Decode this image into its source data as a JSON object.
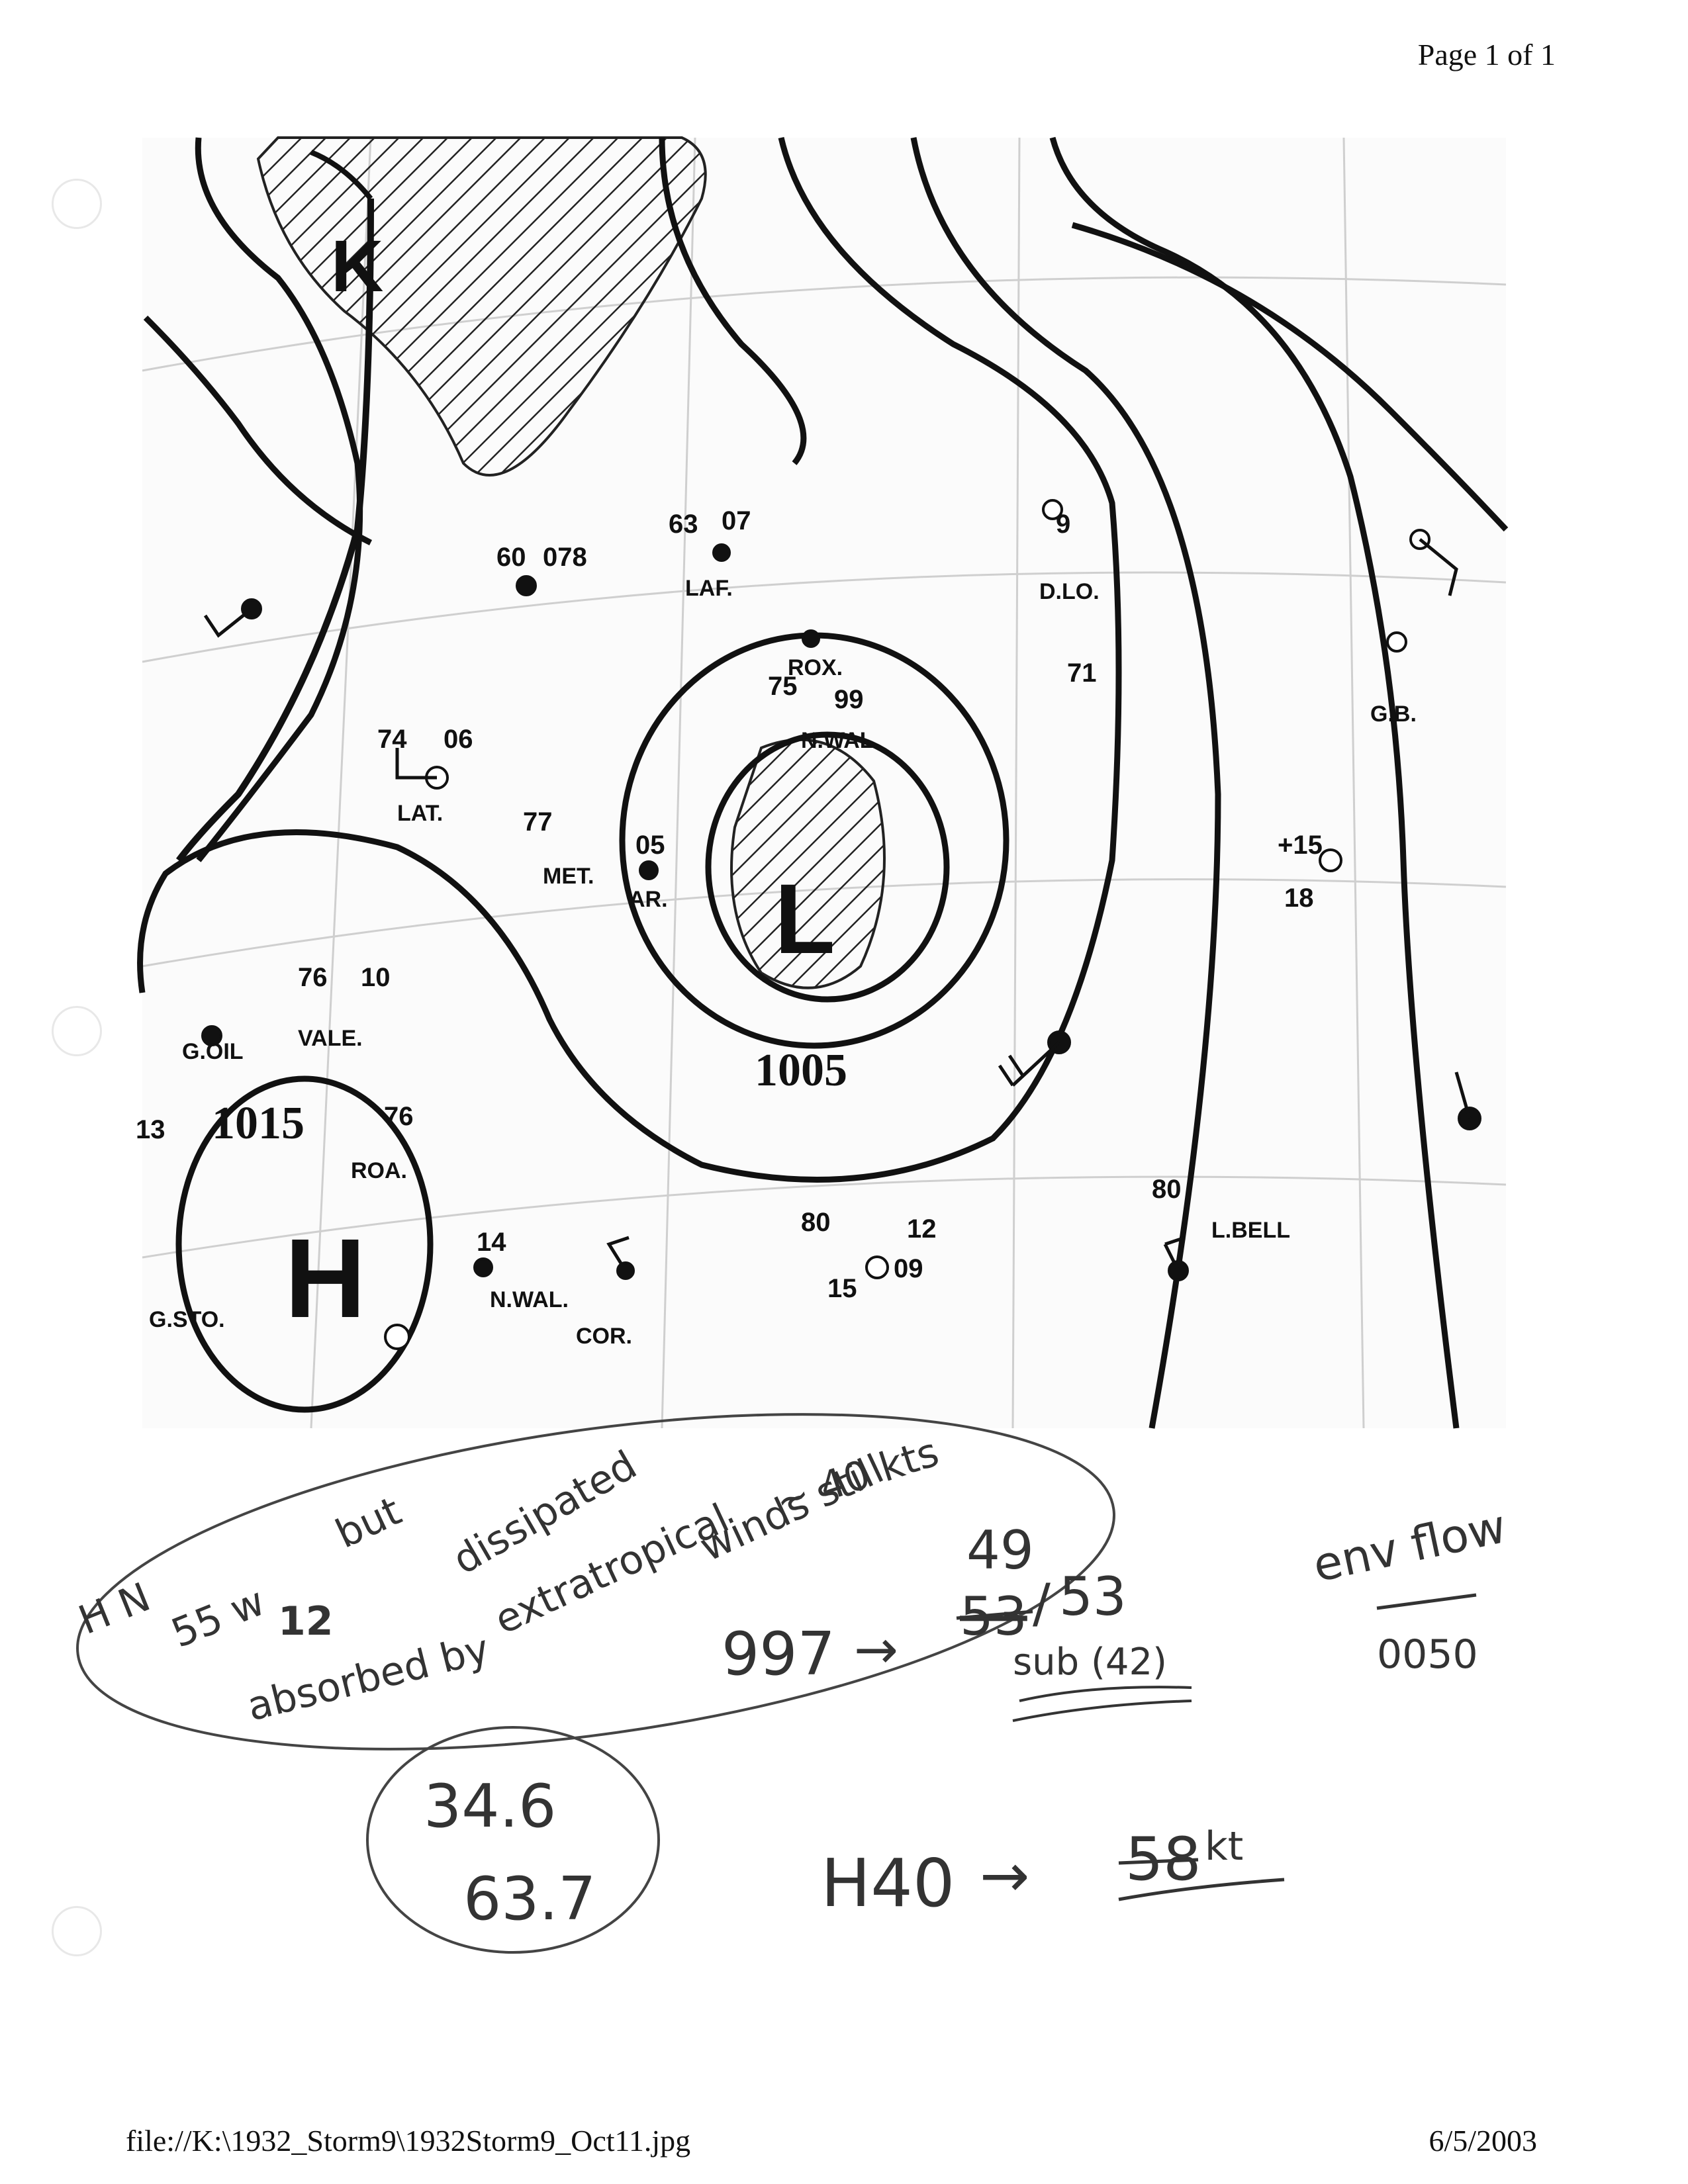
{
  "header": {
    "page_label": "Page 1 of 1"
  },
  "footer": {
    "file_path": "file://K:\\1932_Storm9\\1932Storm9_Oct11.jpg",
    "date": "6/5/2003"
  },
  "map": {
    "pressure_systems": [
      {
        "symbol": "L",
        "type": "low"
      },
      {
        "symbol": "H",
        "type": "high"
      },
      {
        "symbol": "K",
        "type": "storm-marker"
      }
    ],
    "isobar_labels": [
      "1015",
      "1005"
    ],
    "station_labels": [
      "LAF.",
      "D.LO.",
      "ROX.",
      "N.WAL.",
      "MET.",
      "LAT.",
      "VALE.",
      "G.OIL",
      "COR.",
      "L.BELL",
      "G.B.",
      "ROA.",
      "G.STO.",
      "AR.",
      "N.WAL."
    ],
    "station_values": [
      "60",
      "078",
      "63",
      "07",
      "74",
      "06",
      "75",
      "99",
      "77",
      "05",
      "76",
      "10",
      "80",
      "12",
      "14",
      "13",
      "9",
      "71",
      "09",
      "+15",
      "18",
      "76",
      "15",
      "80"
    ]
  },
  "annotations": {
    "storm_note_lines": [
      "H N",
      "55 w",
      "12",
      "absorbed by",
      "but",
      "dissipated",
      "extratropical",
      "winds still",
      "~ 40 kts"
    ],
    "pressure_change": {
      "arrow_left": "997",
      "struck_value": "53",
      "above": "49",
      "after_slash": "53",
      "below": "sub (42)"
    },
    "env_flow": {
      "label": "env flow",
      "value": "0050"
    },
    "position": {
      "lat": "34.6",
      "lon": "63.7"
    },
    "wind_change": {
      "arrow_left": "H40",
      "struck_value": "58",
      "suffix": "kt"
    }
  }
}
